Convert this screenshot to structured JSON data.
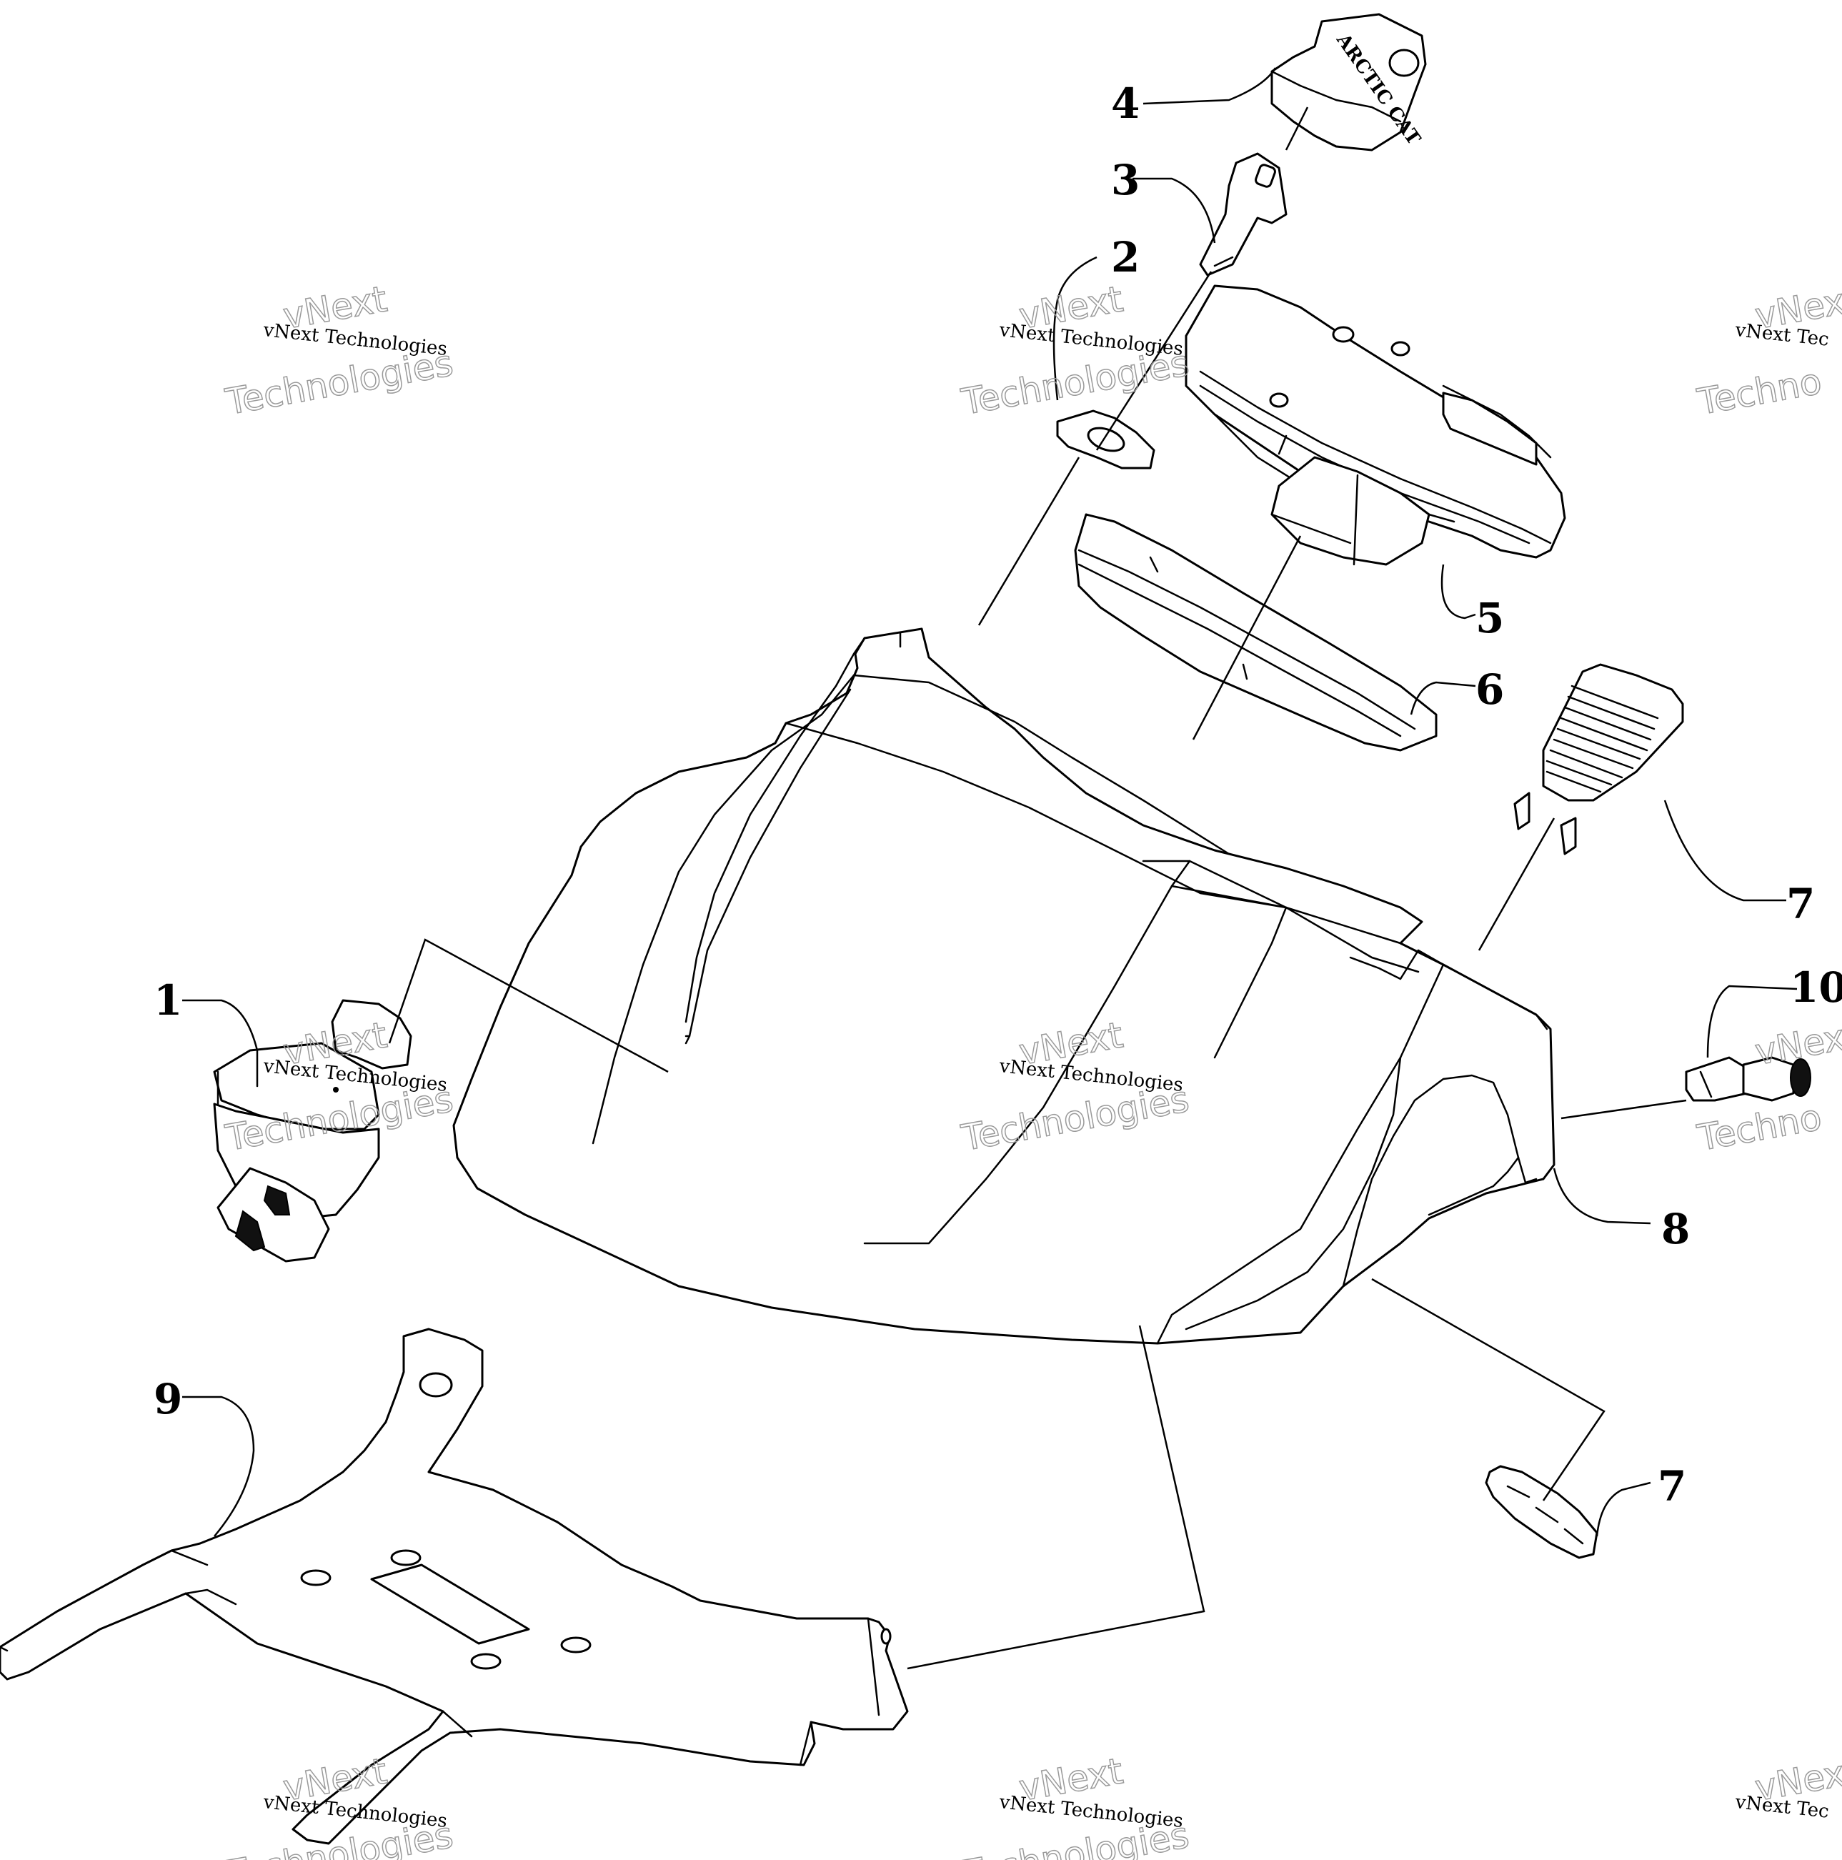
{
  "diagram": {
    "callouts": [
      "1",
      "2",
      "3",
      "4",
      "5",
      "6",
      "7",
      "7",
      "8",
      "9",
      "10"
    ],
    "key_cap_brand": "ARCTIC CAT",
    "watermark": {
      "small": "vNext Technologies",
      "large_line1": "vNext",
      "large_line2": "Technologies",
      "partial_small": "vNext Tec",
      "partial_large_line2": "Techno"
    }
  }
}
